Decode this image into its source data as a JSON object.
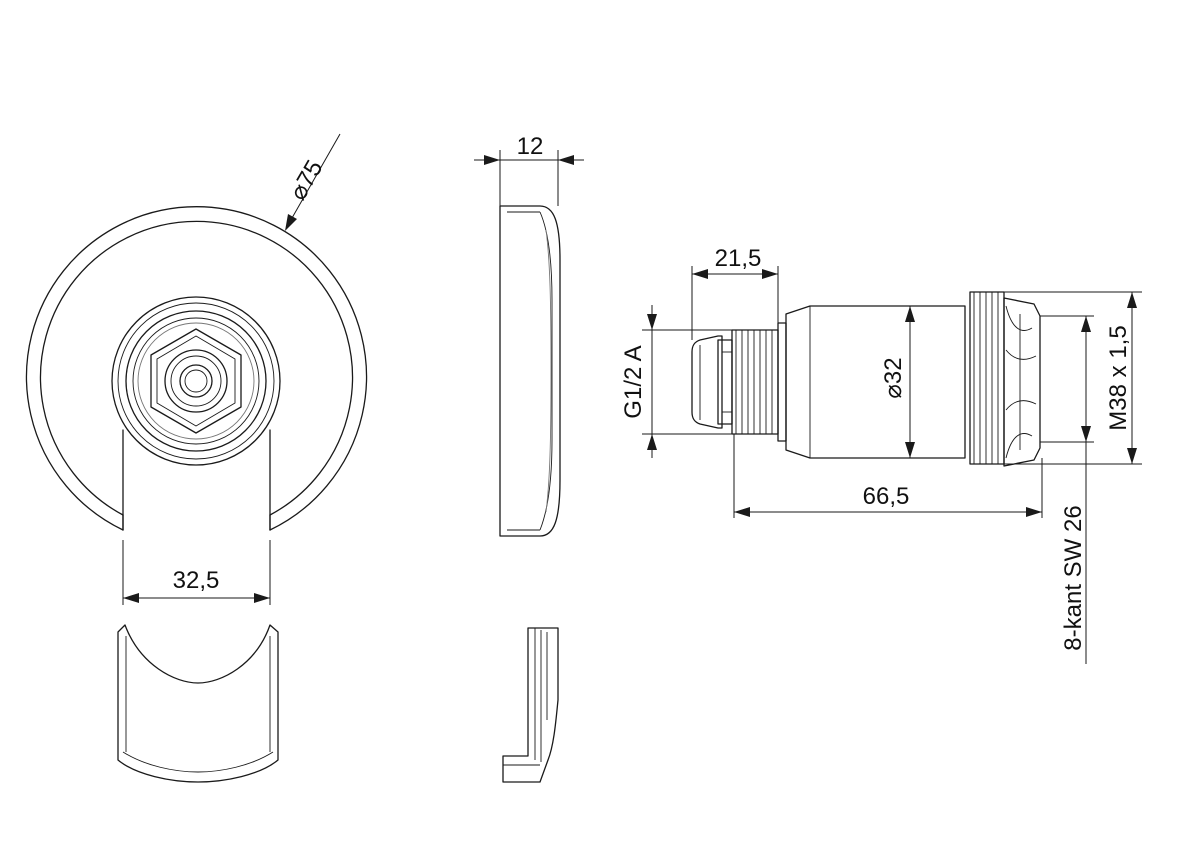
{
  "dimensions": {
    "diameter_75": "⌀75",
    "width_12": "12",
    "length_21_5": "21,5",
    "thread_g12a": "G1/2 A",
    "diameter_32": "⌀32",
    "thread_m38": "M38 x 1,5",
    "length_66_5": "66,5",
    "octagon_sw26": "8-kant SW 26",
    "gap_32_5": "32,5"
  }
}
